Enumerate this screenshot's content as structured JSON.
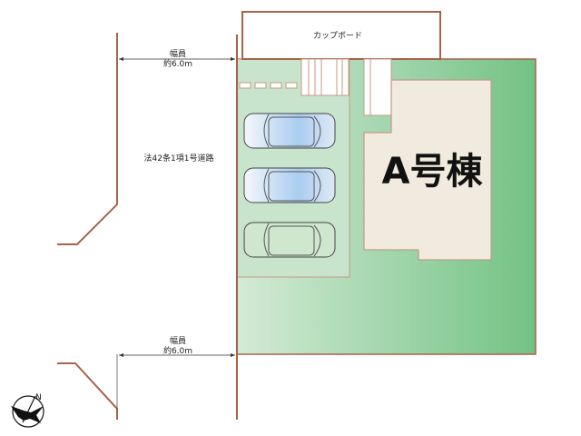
{
  "labels": {
    "cupboard": "カップボード",
    "road_width_top_title": "幅員",
    "road_width_top_value": "約6.0m",
    "road_width_bottom_title": "幅員",
    "road_width_bottom_value": "約6.0m",
    "road_type": "法42条1項1号道路",
    "building": "A号棟",
    "compass": "N"
  },
  "colors": {
    "boundary": "#a8624a",
    "lot_green_light": "#cfe8d2",
    "lot_green_dark": "#72c284",
    "building_fill": "#f1ebdf"
  },
  "parking_spaces": 3
}
